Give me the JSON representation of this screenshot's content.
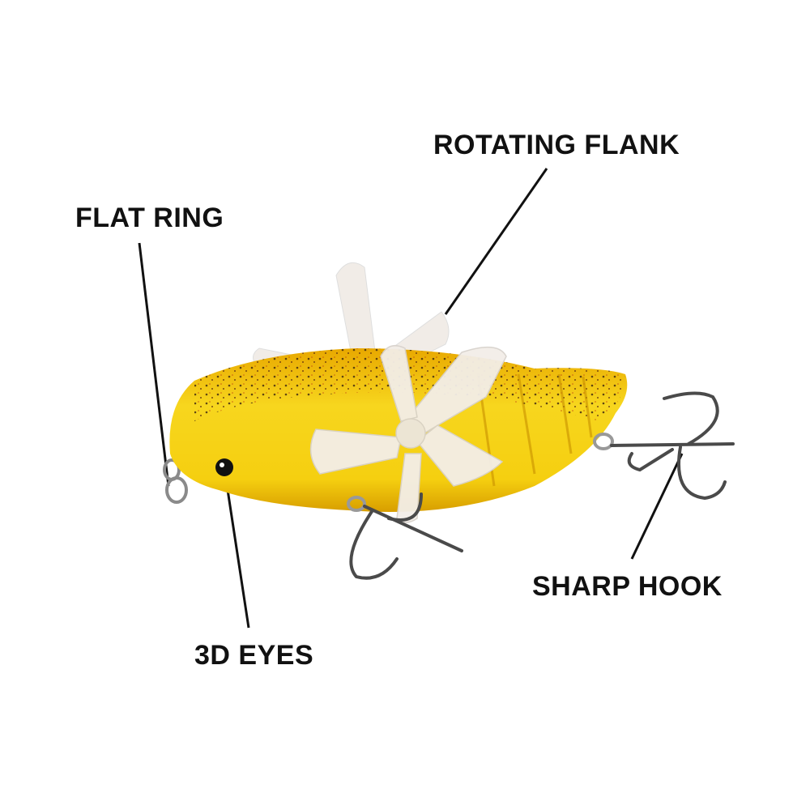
{
  "callouts": {
    "rotating_flank": "ROTATING FLANK",
    "flat_ring": "FLAT RING",
    "eyes": "3D EYES",
    "sharp_hook": "SHARP HOOK"
  },
  "colors": {
    "body": "#f5d21c",
    "body_shadow": "#e0a800",
    "speckle": "#3a2410",
    "propeller": "#f1ece6",
    "hook": "#4a4a4a",
    "text": "#111111"
  }
}
